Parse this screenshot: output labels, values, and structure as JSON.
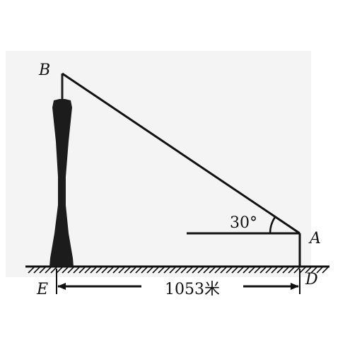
{
  "diagram": {
    "points": {
      "A": "A",
      "B": "B",
      "D": "D",
      "E": "E"
    },
    "angle_label": "30°",
    "distance_label": "1053米"
  },
  "colors": {
    "ink": "#111111",
    "tower": "#1c1c1c",
    "panel": "#f4f4f4"
  }
}
